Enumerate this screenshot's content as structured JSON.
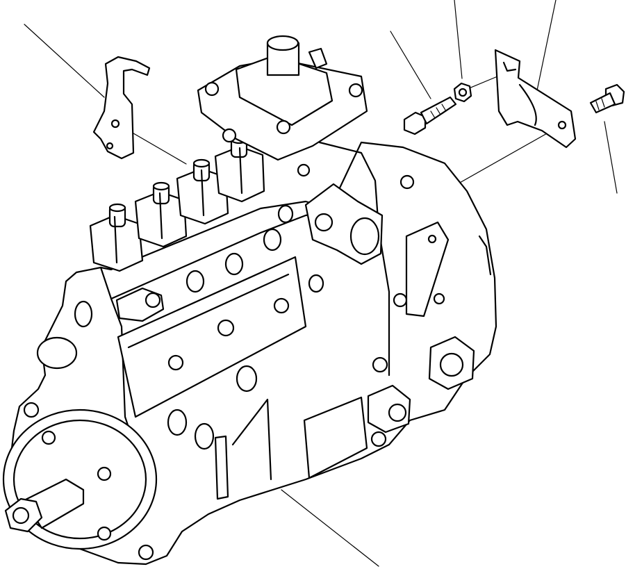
{
  "figure": {
    "subject": "fuel-injection-pump-assembly",
    "style": "monochrome exploded line drawing",
    "stroke_color": "#000000",
    "background_color": "#ffffff",
    "callouts": [
      {
        "id": "callout-lever",
        "points_to": "stop-lever-bracket"
      },
      {
        "id": "callout-bolt-left",
        "points_to": "hex-bolt"
      },
      {
        "id": "callout-nut",
        "points_to": "hex-nut"
      },
      {
        "id": "callout-bracket",
        "points_to": "mounting-bracket"
      },
      {
        "id": "callout-bolt-right",
        "points_to": "hex-bolt-right"
      },
      {
        "id": "callout-body",
        "points_to": "pump-body"
      }
    ]
  }
}
